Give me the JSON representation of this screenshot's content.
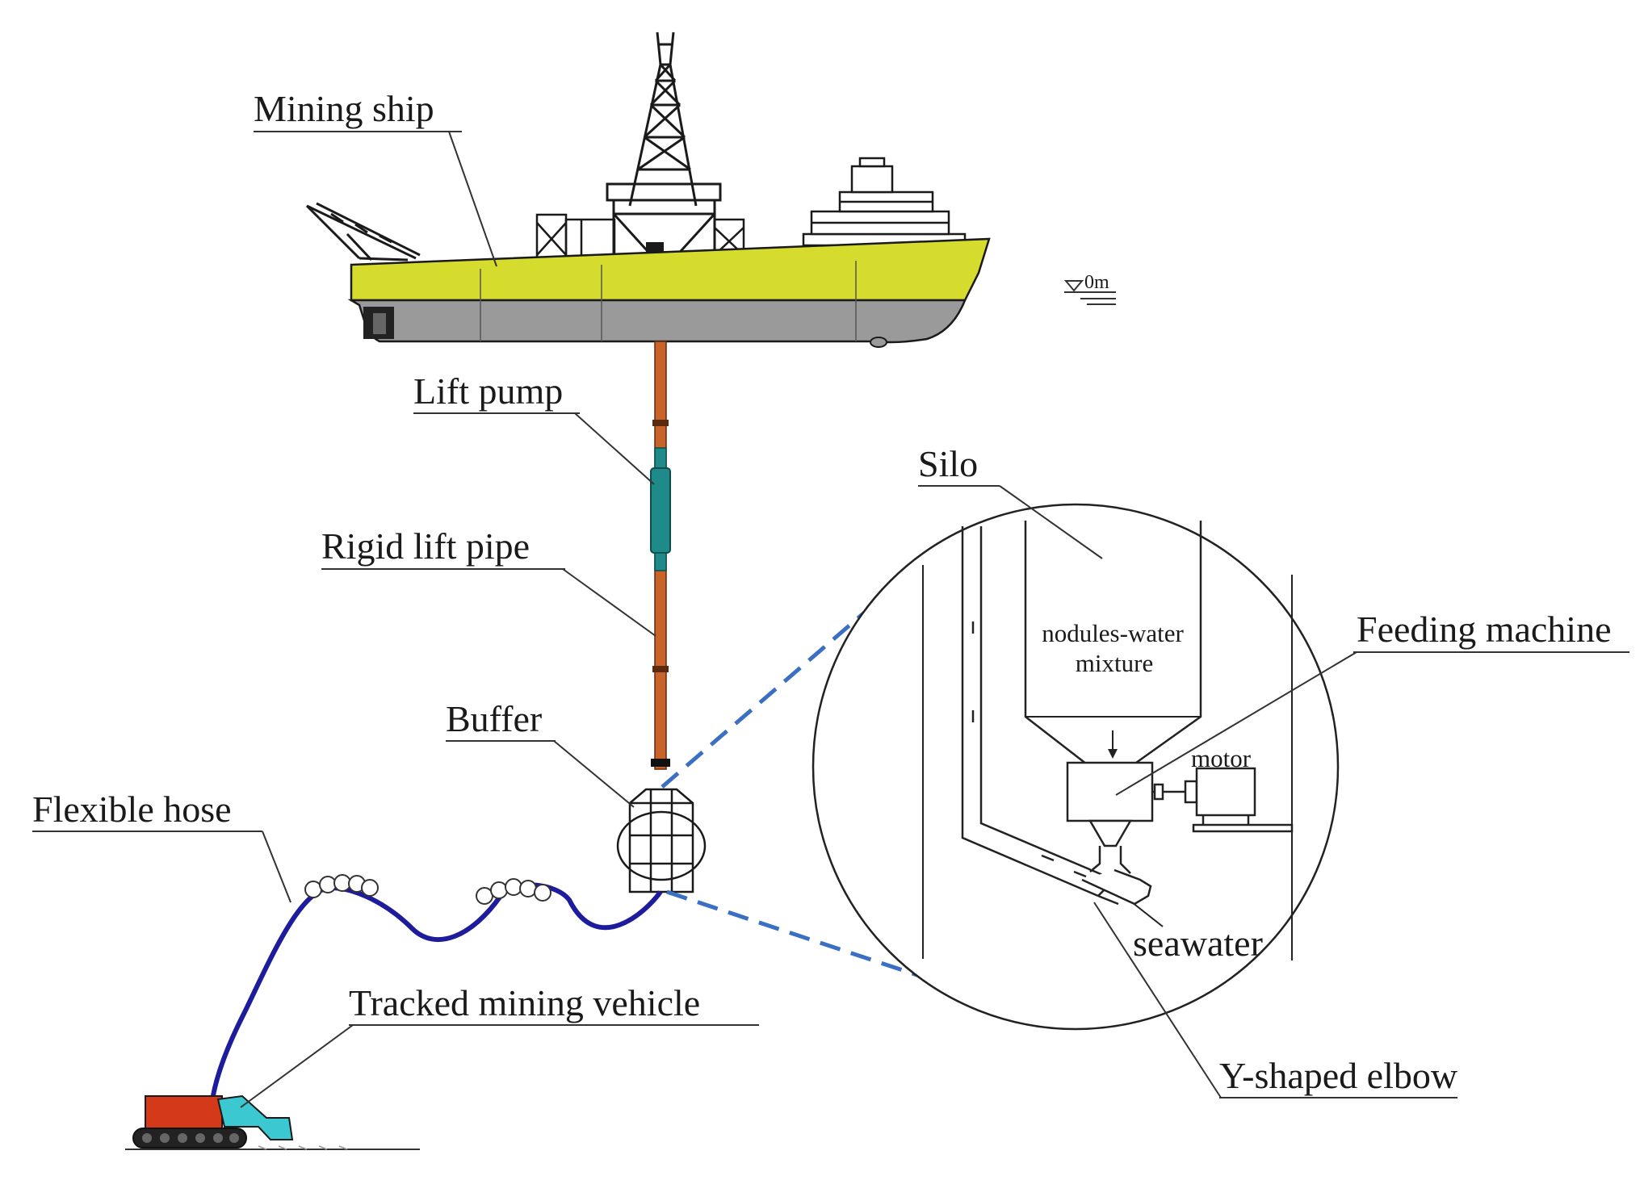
{
  "labels": {
    "mining_ship": "Mining ship",
    "lift_pump": "Lift pump",
    "rigid_lift_pipe": "Rigid lift pipe",
    "buffer": "Buffer",
    "flexible_hose": "Flexible hose",
    "tracked_mining_vehicle": "Tracked mining vehicle",
    "silo": "Silo",
    "feeding_machine": "Feeding machine",
    "nodules_water_line1": "nodules-water",
    "nodules_water_line2": "mixture",
    "motor": "motor",
    "seawater": "seawater",
    "y_shaped_elbow": "Y-shaped elbow",
    "sea_level": "0m"
  },
  "colors": {
    "ship_hull_upper": "#d6dc2e",
    "ship_hull_lower": "#9a9a9a",
    "lift_pipe": "#c8642a",
    "lift_pump": "#1f8a8a",
    "flexible_hose": "#1c1c9c",
    "vehicle_body": "#d43a1a",
    "vehicle_collector": "#3cc8d0",
    "detail_dashes": "#3a6fc4"
  }
}
